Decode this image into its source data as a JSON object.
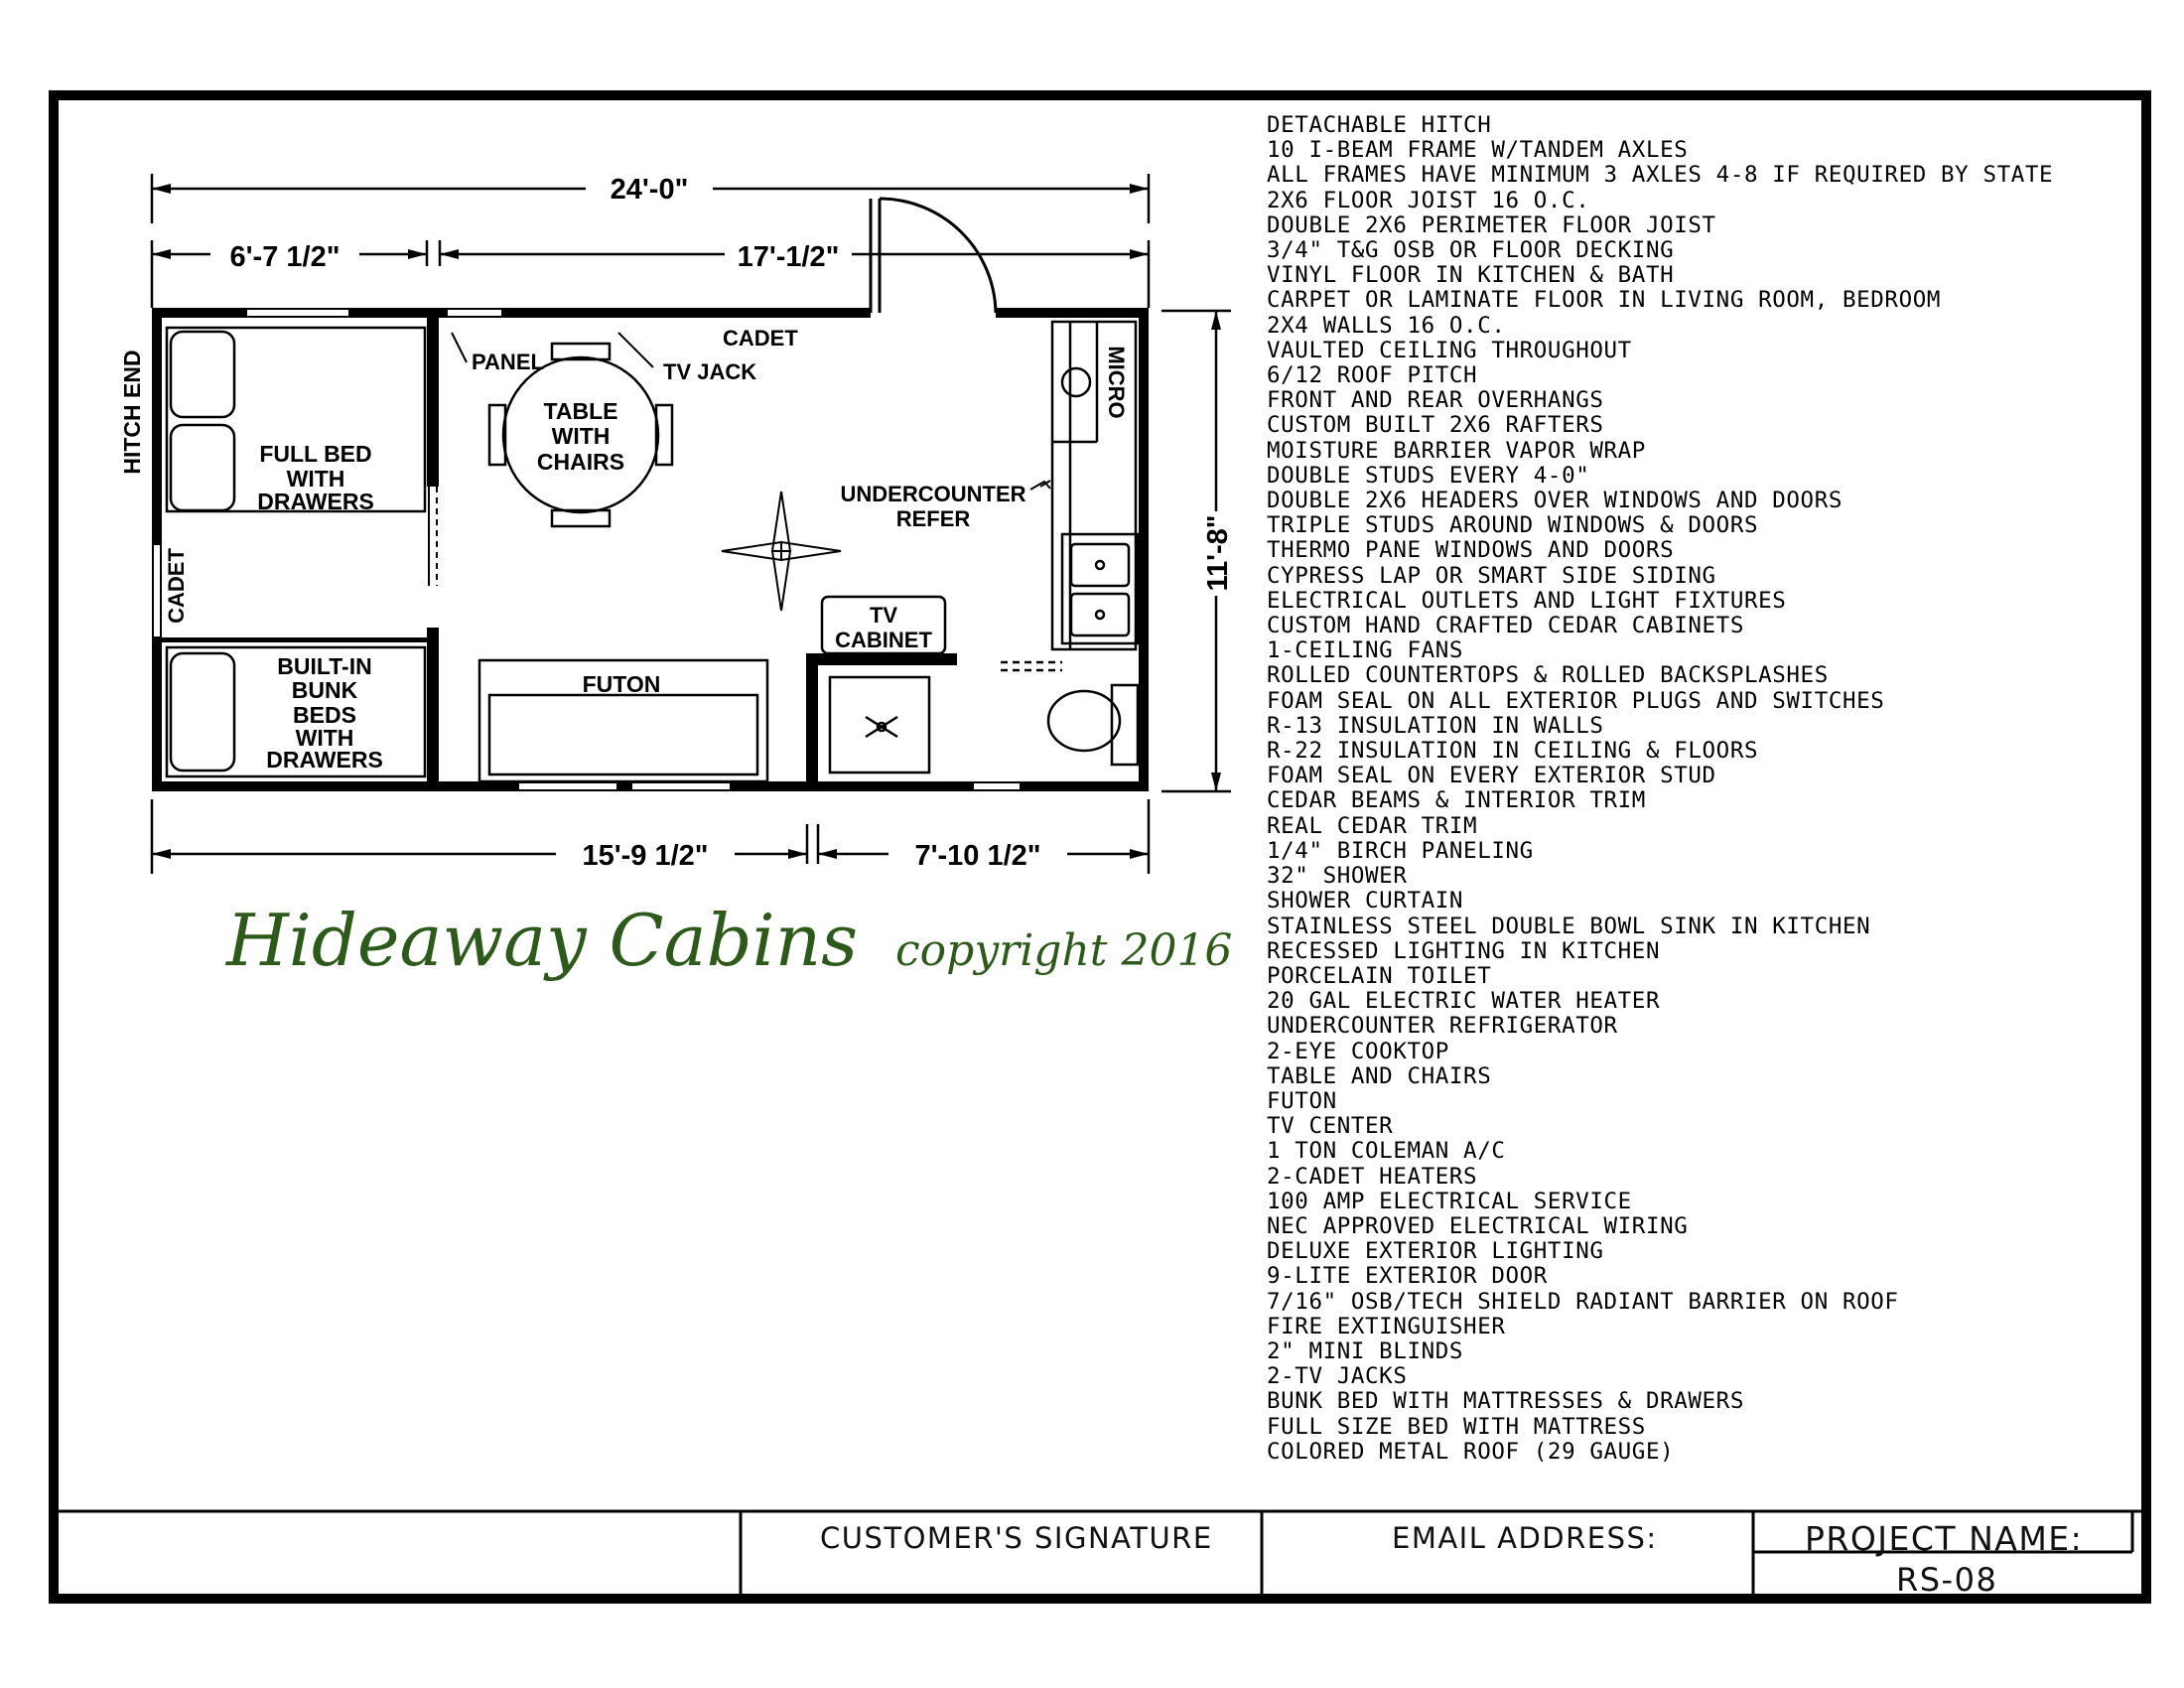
{
  "plan": {
    "overall_width": "24'-0\"",
    "left_section_width": "6'-7 1/2\"",
    "right_section_width": "17'-1/2\"",
    "bottom_left_width": "15'-9 1/2\"",
    "bottom_right_width": "7'-10 1/2\"",
    "depth": "11'-8\"",
    "labels": {
      "hitch_end": "HITCH END",
      "full_bed_1": "FULL BED",
      "full_bed_2": "WITH",
      "full_bed_3": "DRAWERS",
      "cadet_side": "CADET",
      "bunk_1": "BUILT-IN",
      "bunk_2": "BUNK",
      "bunk_3": "BEDS",
      "bunk_4": "WITH",
      "bunk_5": "DRAWERS",
      "panel": "PANEL",
      "cadet_top": "CADET",
      "tv_jack": "TV JACK",
      "table_1": "TABLE",
      "table_2": "WITH",
      "table_3": "CHAIRS",
      "micro": "MICRO",
      "refer_1": "UNDERCOUNTER",
      "refer_2": "REFER",
      "tv_cab_1": "TV",
      "tv_cab_2": "CABINET",
      "futon": "FUTON"
    }
  },
  "brand": {
    "name": "Hideaway Cabins",
    "copyright": "copyright 2016"
  },
  "specs": [
    "DETACHABLE HITCH",
    "10 I-BEAM FRAME W/TANDEM AXLES",
    "ALL FRAMES HAVE MINIMUM 3 AXLES 4-8 IF REQUIRED BY STATE",
    "2X6 FLOOR JOIST 16 O.C.",
    "DOUBLE 2X6 PERIMETER FLOOR JOIST",
    "3/4\" T&G OSB OR FLOOR DECKING",
    "VINYL FLOOR IN KITCHEN & BATH",
    "CARPET OR LAMINATE FLOOR IN LIVING ROOM, BEDROOM",
    "2X4 WALLS 16 O.C.",
    "VAULTED CEILING THROUGHOUT",
    "6/12 ROOF PITCH",
    "FRONT AND REAR OVERHANGS",
    "CUSTOM BUILT 2X6 RAFTERS",
    "MOISTURE BARRIER VAPOR WRAP",
    "DOUBLE STUDS EVERY 4-0\"",
    "DOUBLE 2X6 HEADERS OVER WINDOWS AND DOORS",
    "TRIPLE STUDS AROUND WINDOWS & DOORS",
    "THERMO PANE WINDOWS AND DOORS",
    "CYPRESS LAP OR SMART SIDE SIDING",
    "ELECTRICAL OUTLETS AND LIGHT FIXTURES",
    "CUSTOM HAND CRAFTED CEDAR CABINETS",
    "1-CEILING FANS",
    "ROLLED COUNTERTOPS & ROLLED BACKSPLASHES",
    "FOAM SEAL ON ALL EXTERIOR PLUGS AND SWITCHES",
    "R-13 INSULATION IN WALLS",
    "R-22 INSULATION IN CEILING & FLOORS",
    "FOAM SEAL ON EVERY EXTERIOR STUD",
    "CEDAR BEAMS & INTERIOR TRIM",
    "REAL CEDAR TRIM",
    "1/4\" BIRCH PANELING",
    "32\" SHOWER",
    "SHOWER CURTAIN",
    "STAINLESS STEEL DOUBLE BOWL SINK IN KITCHEN",
    "RECESSED LIGHTING IN KITCHEN",
    "PORCELAIN TOILET",
    "20 GAL ELECTRIC WATER HEATER",
    "UNDERCOUNTER REFRIGERATOR",
    "2-EYE COOKTOP",
    "TABLE AND CHAIRS",
    "FUTON",
    "TV CENTER",
    "1 TON COLEMAN A/C",
    "2-CADET HEATERS",
    "100 AMP ELECTRICAL SERVICE",
    "NEC APPROVED ELECTRICAL WIRING",
    "DELUXE EXTERIOR LIGHTING",
    "9-LITE EXTERIOR DOOR",
    "7/16\" OSB/TECH SHIELD RADIANT BARRIER ON ROOF",
    "FIRE EXTINGUISHER",
    "2\" MINI BLINDS",
    "2-TV JACKS",
    "BUNK BED WITH MATTRESSES & DRAWERS",
    "FULL SIZE BED WITH MATTRESS",
    "COLORED METAL ROOF (29 GAUGE)"
  ],
  "title_block": {
    "signature": "CUSTOMER'S SIGNATURE",
    "email": "EMAIL ADDRESS:",
    "project_label": "PROJECT NAME:",
    "project_value": "RS-08"
  },
  "colors": {
    "ink": "#000000",
    "brand_green": "#2d5a1b"
  }
}
